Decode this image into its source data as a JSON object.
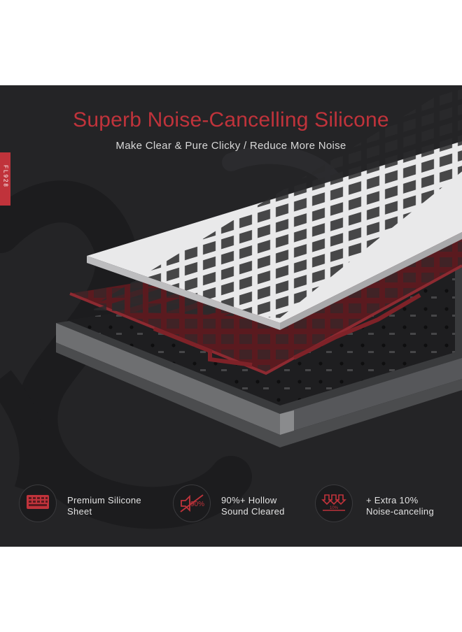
{
  "title": "Superb Noise-Cancelling Silicone",
  "subtitle": "Make Clear & Pure Clicky / Reduce More Noise",
  "side_tag": "FL928",
  "colors": {
    "accent": "#c0333b",
    "background": "#242426",
    "text": "#e3e3e3"
  },
  "features": [
    {
      "icon": "keyboard-silicone-icon",
      "line1": "Premium Silicone",
      "line2": "Sheet"
    },
    {
      "icon": "speaker-muted-90-icon",
      "line1": "90%+ Hollow",
      "line2": "Sound Cleared",
      "icon_text": "90%"
    },
    {
      "icon": "triple-arrow-down-icon",
      "line1": "+ Extra 10%",
      "line2": "Noise-canceling",
      "icon_text": "10%"
    }
  ]
}
